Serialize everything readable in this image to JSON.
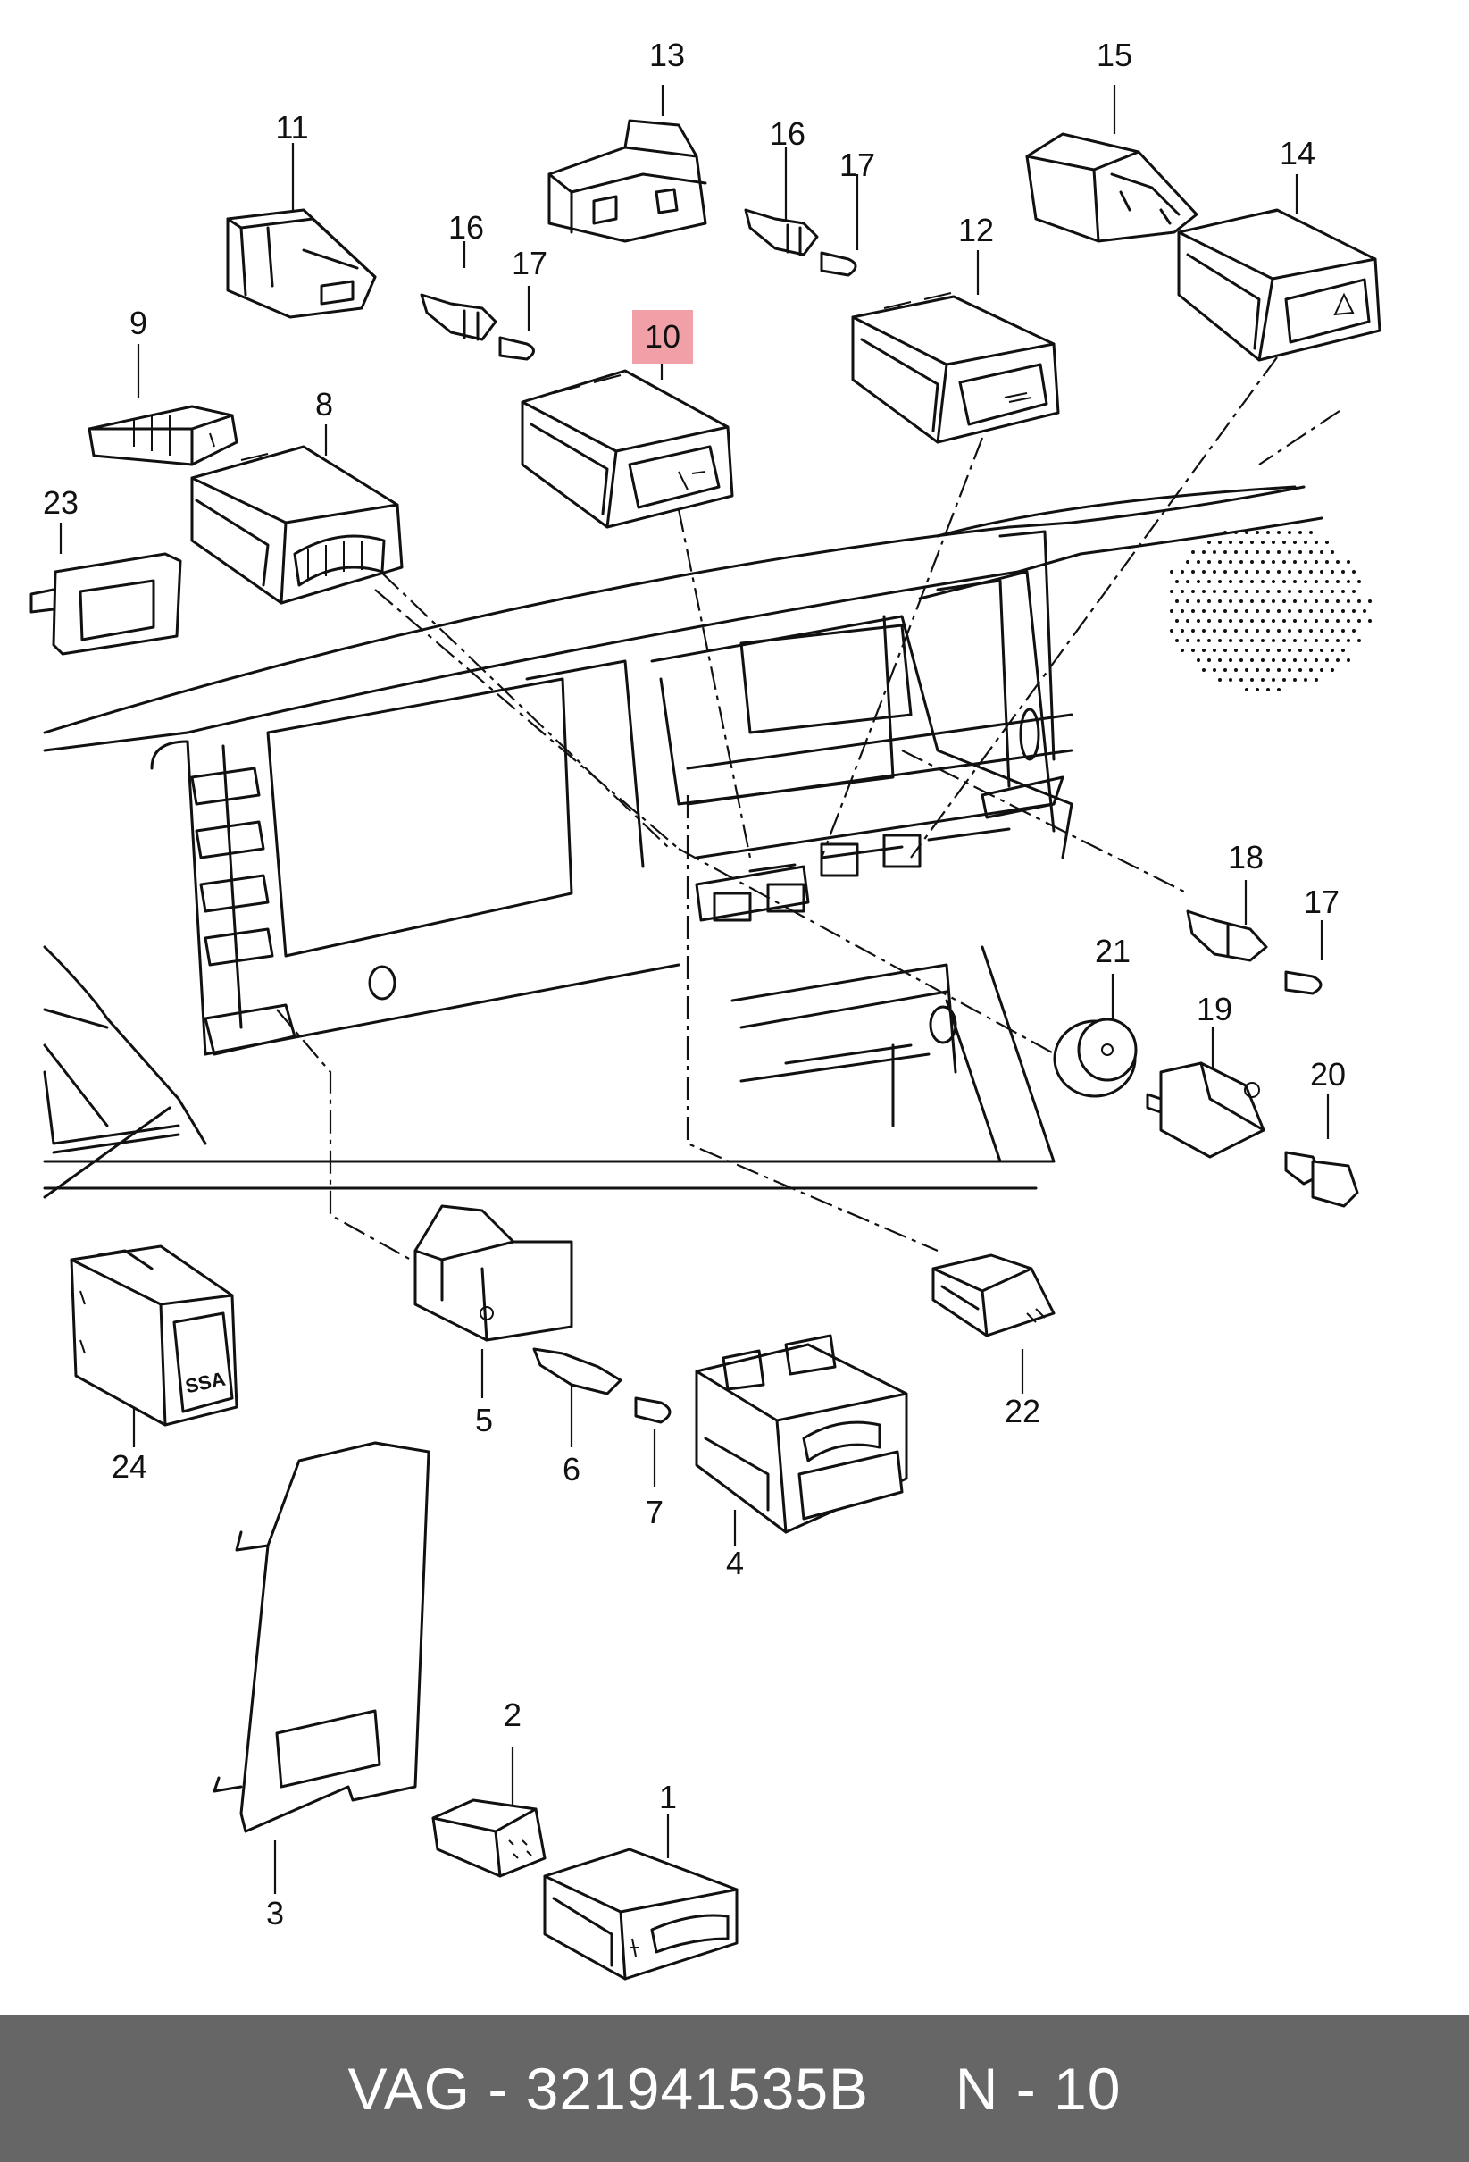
{
  "callouts": {
    "c1": "1",
    "c2": "2",
    "c3": "3",
    "c4": "4",
    "c5": "5",
    "c6": "6",
    "c7": "7",
    "c8": "8",
    "c9": "9",
    "c10": "10",
    "c11": "11",
    "c12": "12",
    "c13": "13",
    "c14": "14",
    "c15": "15",
    "c16a": "16",
    "c16b": "16",
    "c17a": "17",
    "c17b": "17",
    "c17c": "17",
    "c18": "18",
    "c19": "19",
    "c20": "20",
    "c21": "21",
    "c22": "22",
    "c23": "23",
    "c24": "24"
  },
  "switch_label": "SSA",
  "highlight_color": "#f2a0a8",
  "footer": {
    "text": "VAG - 321941535B     N - 10",
    "background": "#666666"
  }
}
